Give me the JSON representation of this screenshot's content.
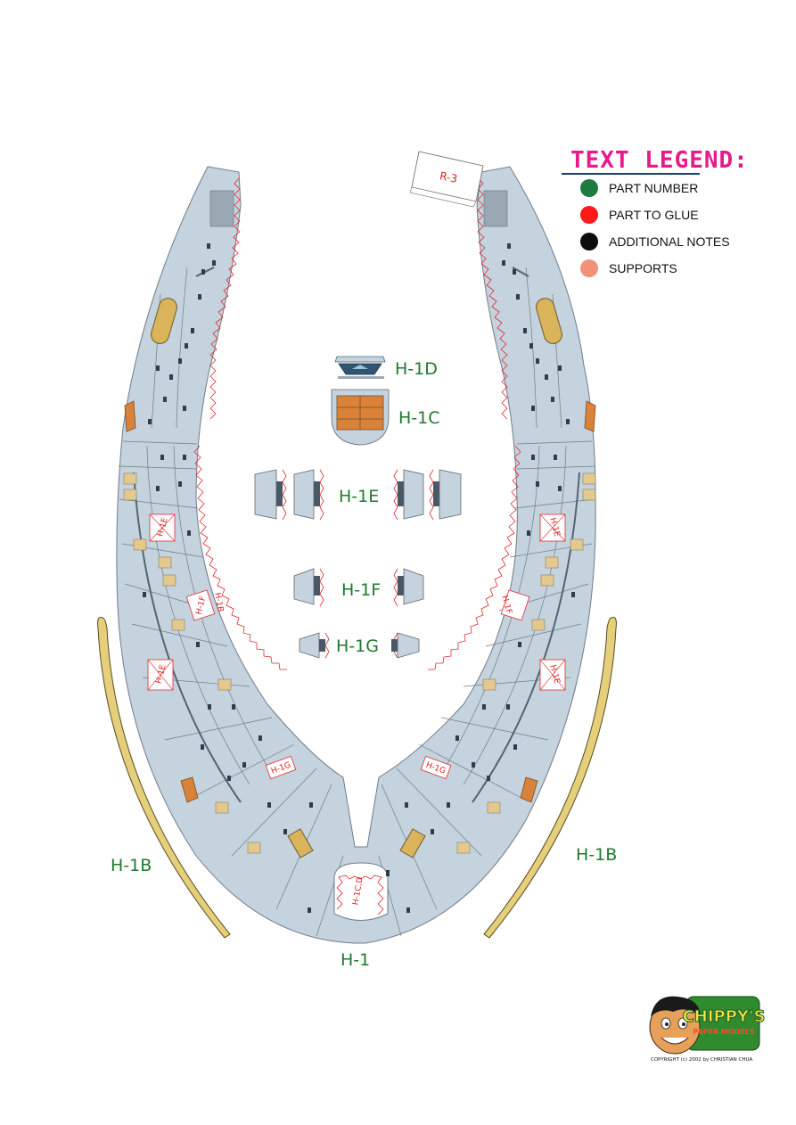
{
  "legend": {
    "title": "TEXT LEGEND:",
    "items": [
      {
        "label": "PART NUMBER",
        "color": "#1e7a3e"
      },
      {
        "label": "PART TO GLUE",
        "color": "#ff1a1a"
      },
      {
        "label": "ADDITIONAL NOTES",
        "color": "#0d0d0d"
      },
      {
        "label": "SUPPORTS",
        "color": "#f2917a"
      }
    ]
  },
  "parts": {
    "h1": "H-1",
    "h1b_left": "H-1B",
    "h1b_right": "H-1B",
    "h1c": "H-1C",
    "h1d": "H-1D",
    "h1e": "H-1E",
    "h1f": "H-1F",
    "h1g": "H-1G",
    "r3": "R-3"
  },
  "glue_marks": {
    "h1e_a": "H-1E",
    "h1e_b": "H-1E",
    "h1e_c": "H-1E",
    "h1e_d": "H-1E",
    "h1f_a": "H-1F",
    "h1f_b": "H-1F",
    "h1b_a": "H-1B",
    "h1g_a": "H-1G",
    "h1g_b": "H-1G",
    "h1cd": "H-1C,D"
  },
  "logo": {
    "name": "CHIPPY'S",
    "tagline": "PAPER MODELS",
    "copyright": "COPYRIGHT (c) 2002 by CHRISTIAN CHUA"
  }
}
